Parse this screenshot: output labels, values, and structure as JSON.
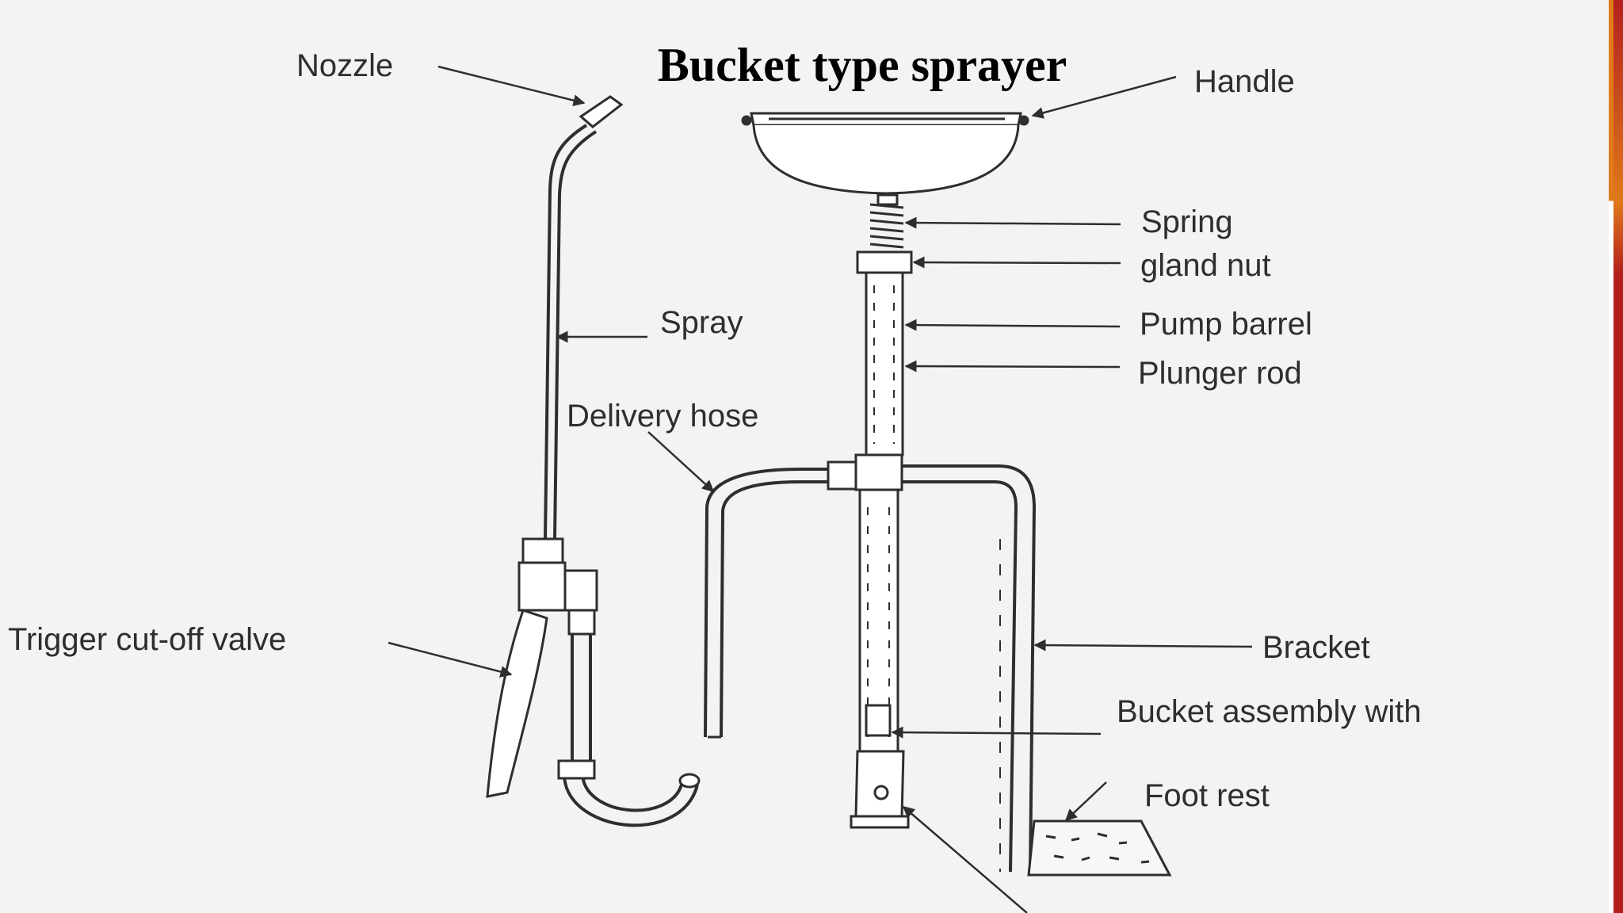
{
  "title": "Bucket type sprayer",
  "labels": {
    "nozzle": "Nozzle",
    "handle": "Handle",
    "spring": "Spring",
    "gland_nut": "gland nut",
    "spray": "Spray",
    "pump_barrel": "Pump barrel",
    "plunger_rod": "Plunger rod",
    "delivery_hose": "Delivery hose",
    "trigger_cutoff_valve": "Trigger cut-off valve",
    "bracket": "Bracket",
    "bucket_assembly_with": "Bucket assembly with",
    "foot_rest": "Foot rest"
  },
  "colors": {
    "ink": "#2e2e2e",
    "paper": "#f3f3f3",
    "edge_orange": "#e07a1a",
    "edge_red": "#b3201e"
  }
}
